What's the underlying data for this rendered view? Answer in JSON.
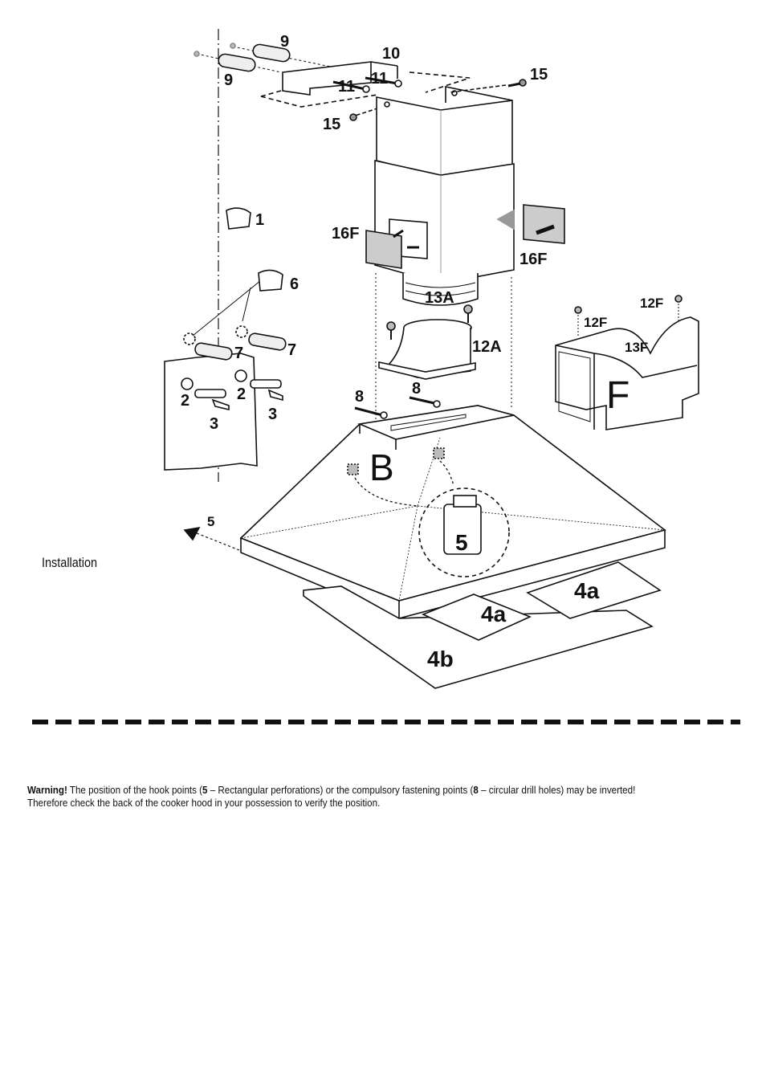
{
  "section_title": "Installation",
  "diagram": {
    "labels": {
      "p9a": "9",
      "p9b": "9",
      "p10": "10",
      "p11a": "11",
      "p11b": "11",
      "p15a": "15",
      "p15b": "15",
      "p1": "1",
      "p6": "6",
      "p7a": "7",
      "p7b": "7",
      "p2a": "2",
      "p2b": "2",
      "p3a": "3",
      "p3b": "3",
      "p16fa": "16F",
      "p16fb": "16F",
      "p13a": "13A",
      "p12a": "12A",
      "p12fa": "12F",
      "p12fb": "12F",
      "p13f": "13F",
      "pF": "F",
      "p8a": "8",
      "p8b": "8",
      "pB": "B",
      "p5a": "5",
      "p5b": "5",
      "p4aa": "4a",
      "p4ab": "4a",
      "p4b": "4b"
    }
  },
  "warning": {
    "label": "Warning!",
    "t1": " The position of the hook points (",
    "b1": "5",
    "t2": " – Rectangular perforations) or the compulsory fastening points (",
    "b2": "8",
    "t3": " – circular drill holes) may be inverted!",
    "line2": "Therefore check the back of the cooker hood in your possession to verify the position."
  }
}
